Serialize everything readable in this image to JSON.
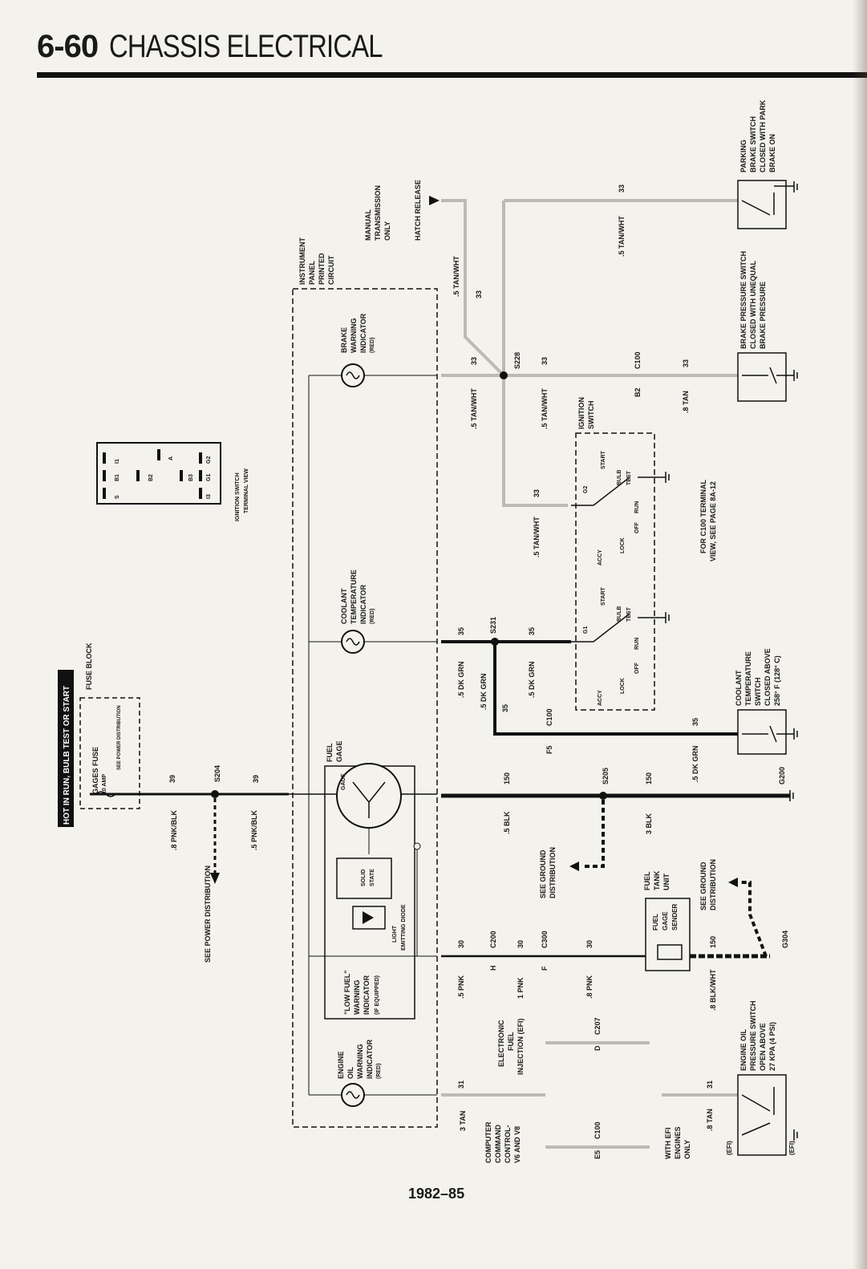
{
  "page": {
    "number": "6-60",
    "title": "CHASSIS ELECTRICAL",
    "footer": "1982–85"
  },
  "labels": {
    "hot_in_run": "HOT IN RUN, BULB TEST OR START",
    "fuse_block": "FUSE BLOCK",
    "gages_fuse": "GAGES FUSE",
    "amp": "10 AMP",
    "see_power_dist_small": "SEE POWER DISTRIBUTION",
    "see_power_dist": "SEE POWER DISTRIBUTION",
    "s204": "S204",
    "w39a": "39",
    "w39b": "39",
    "pnk8": ".8 PNK/BLK",
    "pnk5": ".5 PNK/BLK",
    "ign_view1": "IGNITION SWITCH",
    "ign_view2": "TERMINAL VIEW",
    "term_s": "S",
    "term_b1": "B1",
    "term_i1": "I1",
    "term_b2": "B2",
    "term_a": "A",
    "term_i3": "I3",
    "term_b3": "B3",
    "term_g1": "G1",
    "term_g2": "G2",
    "ipc1": "INSTRUMENT",
    "ipc2": "PANEL",
    "ipc3": "PRINTED",
    "ipc4": "CIRCUIT",
    "brake_ind1": "BRAKE",
    "brake_ind2": "WARNING",
    "brake_ind3": "INDICATOR",
    "brake_ind4": "(RED)",
    "cool_ind1": "COOLANT",
    "cool_ind2": "TEMPERATURE",
    "cool_ind3": "INDICATOR",
    "cool_ind4": "(RED)",
    "fuel_gage1": "FUEL",
    "fuel_gage2": "GAGE",
    "gage": "GAGE",
    "solid1": "SOLID",
    "solid2": "STATE",
    "led1": "LIGHT",
    "led2": "EMITTING DIODE",
    "lowfuel1": "\"LOW FUEL\"",
    "lowfuel2": "WARNING",
    "lowfuel3": "INDICATOR",
    "lowfuel4": "(IF EQUIPPED)",
    "oil_ind1": "ENGINE",
    "oil_ind2": "OIL",
    "oil_ind3": "WARNING",
    "oil_ind4": "INDICATOR",
    "oil_ind5": "(RED)",
    "manual1": "MANUAL",
    "manual2": "TRANSMISSION",
    "manual3": "ONLY",
    "hatch": "HATCH RELEASE",
    "tanwht": ".5 TAN/WHT",
    "w33": "33",
    "s228": "S228",
    "c100": "C100",
    "b2": "B2",
    "tan8": ".8 TAN",
    "parking1": "PARKING",
    "parking2": "BRAKE SWITCH",
    "parking3": "CLOSED WITH PARK",
    "parking4": "BRAKE ON",
    "bps1": "BRAKE PRESSURE SWITCH",
    "bps2": "CLOSED WITH UNEQUAL",
    "bps3": "BRAKE PRESSURE",
    "ignsw1": "IGNITION",
    "ignsw2": "SWITCH",
    "start": "START",
    "bulb": "BULB",
    "test": "TEST",
    "run": "RUN",
    "off": "OFF",
    "lock": "LOCK",
    "accy": "ACCY",
    "g1": "G1",
    "g2": "G2",
    "forc100a": "FOR C100 TERMINAL",
    "forc100b": "VIEW, SEE PAGE 8A-12",
    "s231": "S231",
    "w35": "35",
    "dkgrn": ".5 DK GRN",
    "f5": "F5",
    "cts1": "COOLANT",
    "cts2": "TEMPERATURE",
    "cts3": "SWITCH",
    "cts4": "CLOSED ABOVE",
    "cts5": "258° F (128° C)",
    "s205": "S205",
    "w150": "150",
    "blk5": ".5 BLK",
    "blk3": "3 BLK",
    "g200": "G200",
    "seeground1": "SEE GROUND",
    "seeground2": "DISTRIBUTION",
    "ftu1": "FUEL",
    "ftu2": "TANK",
    "ftu3": "UNIT",
    "fgs1": "FUEL",
    "fgs2": "GAGE",
    "fgs3": "SENDER",
    "g304": "G304",
    "blkwht": ".8 BLK/WHT",
    "c200": "C200",
    "c300": "C300",
    "w30": "30",
    "pnk5b": ".5 PNK",
    "pnk1": "1 PNK",
    "pnk8b": ".8 PNK",
    "h": "H",
    "f": "F",
    "efi1": "ELECTRONIC",
    "efi2": "FUEL",
    "efi3": "INJECTION (EFI)",
    "c207": "C207",
    "d": "D",
    "w31": "31",
    "tan3": "3 TAN",
    "tan8b": ".8 TAN",
    "ccc1": "COMPUTER",
    "ccc2": "COMMAND",
    "ccc3": "CONTROL-",
    "ccc4": "V6 AND V8",
    "e5": "E5",
    "c100b": "C100",
    "withefi1": "WITH EFI",
    "withefi2": "ENGINES",
    "withefi3": "ONLY",
    "eops1": "ENGINE OIL",
    "eops2": "PRESSURE SWITCH",
    "eops3": "OPEN ABOVE",
    "eops4": "27 KPA (4 PSI)",
    "efi_a": "(EFI)",
    "efi_b": "(EFI)"
  }
}
